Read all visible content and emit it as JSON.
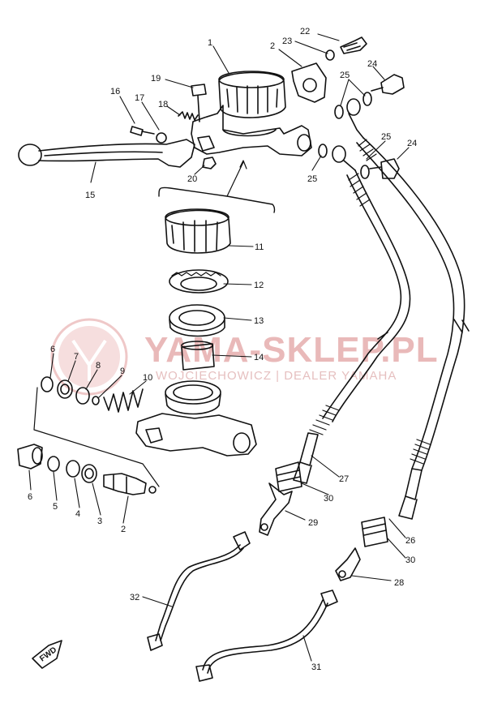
{
  "watermark": {
    "title": "YAMA-SKLEP.PL",
    "subtitle": "WOJCIECHOWICZ | DEALER YAMAHA",
    "logo": "yamaha-tuning-fork-logo",
    "color": "#e9b9b9"
  },
  "fwd": {
    "label": "FWD"
  },
  "callouts": {
    "c1": "1",
    "c2a": "2",
    "c2b": "2",
    "c3": "3",
    "c4": "4",
    "c5": "5",
    "c6a": "6",
    "c6b": "6",
    "c7": "7",
    "c8": "8",
    "c9": "9",
    "c10": "10",
    "c11": "11",
    "c12": "12",
    "c13": "13",
    "c14": "14",
    "c15": "15",
    "c16": "16",
    "c17": "17",
    "c18": "18",
    "c19": "19",
    "c20": "20",
    "c22": "22",
    "c23": "23",
    "c24a": "24",
    "c24b": "24",
    "c25a": "25",
    "c25b": "25",
    "c25c": "25",
    "c26": "26",
    "c27": "27",
    "c28": "28",
    "c29": "29",
    "c30a": "30",
    "c30b": "30",
    "c31": "31",
    "c32": "32"
  }
}
